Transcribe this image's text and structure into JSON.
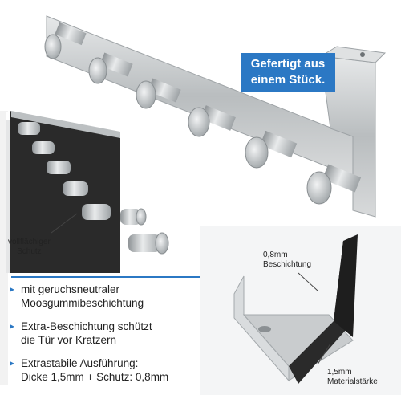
{
  "callout": {
    "line1": "Gefertigt aus",
    "line2": "einem Stück."
  },
  "inset_left": {
    "label_line1": "vollflächiger",
    "label_line2": "Schutz"
  },
  "inset_right": {
    "coating_line1": "0,8mm",
    "coating_line2": "Beschichtung",
    "thickness_line1": "1,5mm",
    "thickness_line2": "Materialstärke"
  },
  "features": [
    {
      "line1": "mit geruchsneutraler",
      "line2": "Moosgummibeschichtung"
    },
    {
      "line1": "Extra-Beschichtung schützt",
      "line2": "die Tür vor Kratzern"
    },
    {
      "line1": "Extrastabile Ausführung:",
      "line2": "Dicke 1,5mm + Schutz: 0,8mm"
    }
  ],
  "colors": {
    "accent": "#2b78c4",
    "steel": "#c9ccce",
    "coating": "#2a2a2a"
  }
}
